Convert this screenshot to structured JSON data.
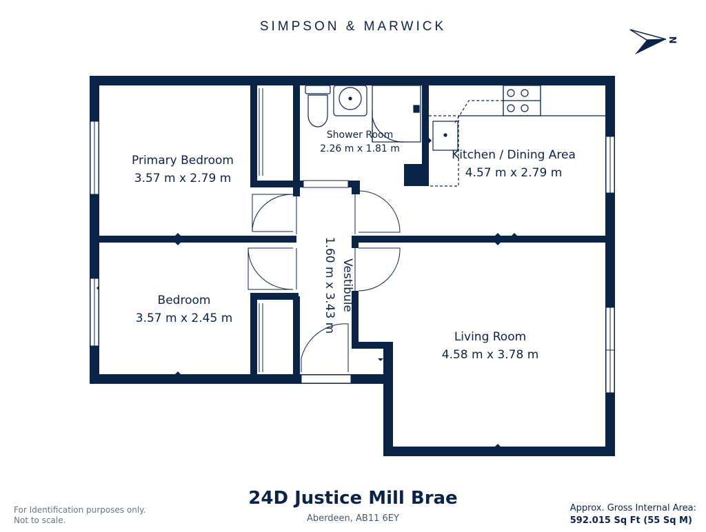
{
  "brand": "SIMPSON & MARWICK",
  "compass": {
    "label": "N",
    "icon": "north-arrow-icon"
  },
  "rooms": {
    "primary_bedroom": {
      "name": "Primary Bedroom",
      "dims": "3.57 m x 2.79 m"
    },
    "shower_room": {
      "name": "Shower Room",
      "dims": "2.26 m x 1.81 m"
    },
    "kitchen": {
      "name": "Kitchen / Dining Area",
      "dims": "4.57 m x 2.79 m"
    },
    "vestibule": {
      "name": "Vestibule",
      "dims": "1.60 m x 3.43 m"
    },
    "bedroom": {
      "name": "Bedroom",
      "dims": "3.57 m x 2.45 m"
    },
    "living_room": {
      "name": "Living Room",
      "dims": "4.58 m x 3.78 m"
    }
  },
  "address": {
    "title": "24D Justice Mill Brae",
    "subtitle": "Aberdeen, AB11 6EY"
  },
  "disclaimer": {
    "line1": "For Identification purposes only.",
    "line2": "Not to scale."
  },
  "area": {
    "label": "Approx. Gross Internal Area:",
    "value": "592.015 Sq Ft (55 Sq M)"
  },
  "colors": {
    "wall": "#0c2348",
    "background": "#ffffff",
    "muted": "#6b7385"
  }
}
